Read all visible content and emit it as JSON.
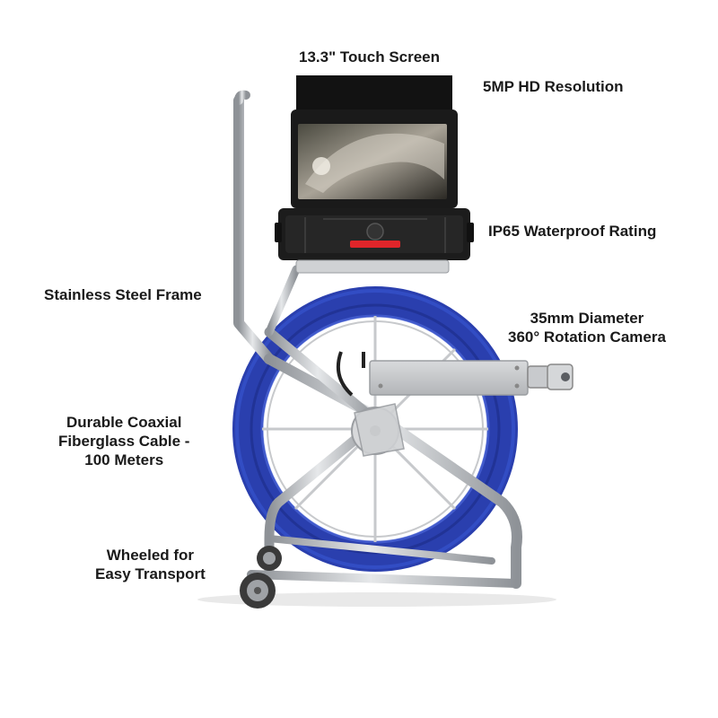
{
  "features": {
    "touch_screen": "13.3\" Touch Screen",
    "resolution": "5MP HD Resolution",
    "waterproof": "IP65 Waterproof Rating",
    "frame": "Stainless Steel Frame",
    "camera": "35mm Diameter\n360° Rotation Camera",
    "cable": "Durable Coaxial\nFiberglass Cable -\n100 Meters",
    "wheels": "Wheeled for\nEasy Transport"
  },
  "colors": {
    "cable_blue": "#2a3fae",
    "steel": "#b9bcc0",
    "case_black": "#1c1c1c",
    "accent_red": "#e0252a"
  }
}
